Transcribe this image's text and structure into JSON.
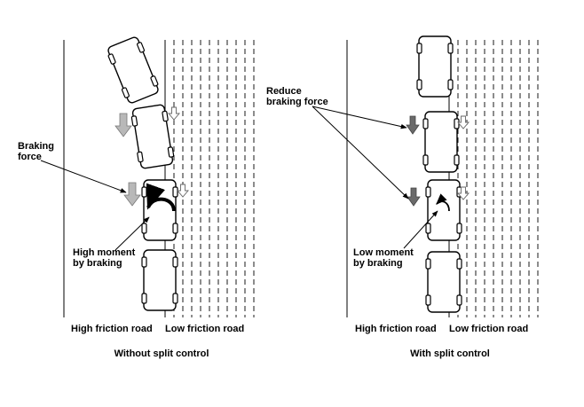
{
  "left_panel": {
    "callout_braking_force": [
      "Braking",
      "force"
    ],
    "callout_moment": [
      "High moment",
      "by braking"
    ],
    "road_label_high": "High friction road",
    "road_label_low": "Low friction road",
    "caption": "Without split control"
  },
  "right_panel": {
    "callout_reduce": [
      "Reduce",
      "braking force"
    ],
    "callout_moment": [
      "Low moment",
      "by braking"
    ],
    "road_label_high": "High friction road",
    "road_label_low": "Low friction road",
    "caption": "With split control"
  },
  "colors": {
    "line": "#000000",
    "arrow_light": "#b8b8b8",
    "arrow_dark": "#6a6a6a",
    "background": "#ffffff"
  },
  "icons": [
    "car-icon",
    "braking-force-arrow-icon",
    "moment-arc-icon"
  ]
}
